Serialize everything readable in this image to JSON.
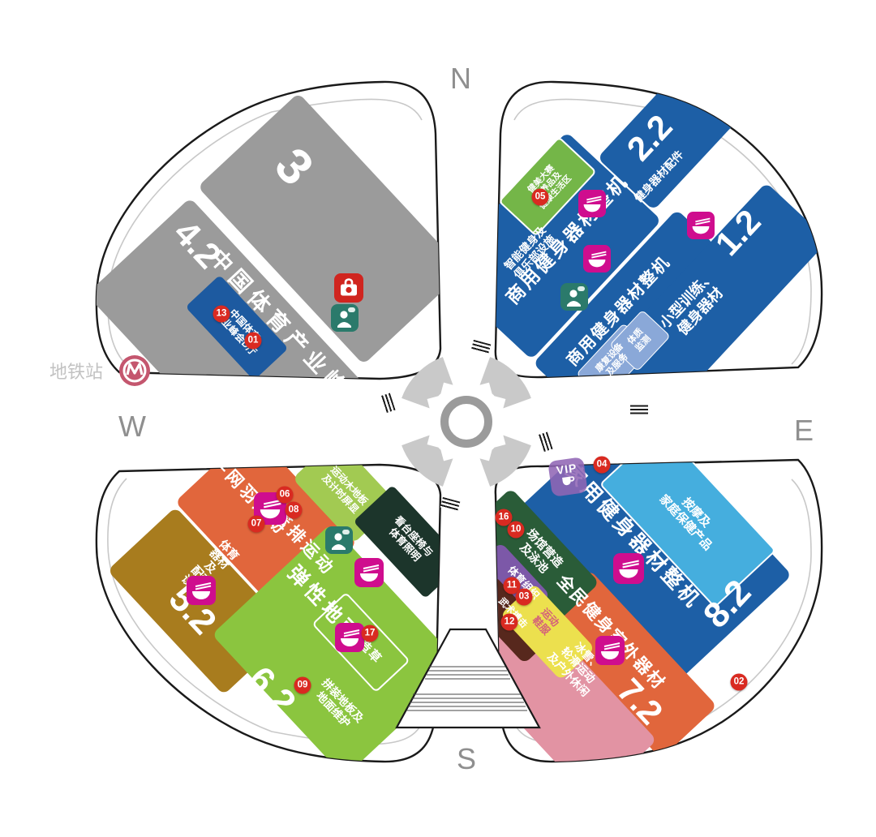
{
  "compass": {
    "n": "N",
    "e": "E",
    "s": "S",
    "w": "W"
  },
  "metro": {
    "label": "地铁站"
  },
  "nw": {
    "hall3_number": "3",
    "hall42_number": "4.2",
    "summit_text": "中国体育产业峰会",
    "summit_hall_d": "中国体育\n产业峰会D厅"
  },
  "ne": {
    "hall22_number": "2.2",
    "accessories": "健身器材配件",
    "nutrition_zone": "健美大赛\n营养品及\n健康生活区",
    "smart_fitness": "智能健身及\n俱乐部设施",
    "commercial_1": "商用健身器材整机",
    "hall12_number": "1.2",
    "commercial_2": "商用健身器材整机",
    "small_training": "小型训练、\n健身器材",
    "rehab": "康复设备\n及服务",
    "fitness_test": "体质\n监测"
  },
  "sw": {
    "hall52_number": "5.2",
    "equipment": "体育\n器材\n及\n配套\n设施",
    "racket_sports": "乒网羽运动",
    "ball_sports": "足篮排运动",
    "wood_floor": "运动木地板\n及计时屏显",
    "seats_lighting": "看台座椅与\n体育照明",
    "hall62_number": "6.2",
    "elastic_floor": "弹性地面",
    "modular_floor": "拼装地板及\n地面维护",
    "turf": "人造草"
  },
  "se": {
    "hall82_number": "8.2",
    "home_fitness": "家用健身器材整机",
    "massage": "按摩及\n家庭保健产品",
    "hall72_number": "7.2",
    "venue_pool": "场馆营造\n及泳池",
    "sports_org": "体育组织",
    "martial_arts": "武术搏击",
    "shoes_apparel": "运动\n鞋服",
    "outdoor_fitness": "全民健身室外器材",
    "ice_outdoor": "冰雪、\n轮滑运动\n及户外休闲"
  },
  "markers": {
    "m01": "01",
    "m02": "02",
    "m03": "03",
    "m04": "04",
    "m05": "05",
    "m06": "06",
    "m07": "07",
    "m08": "08",
    "m09": "09",
    "m10": "10",
    "m11": "11",
    "m12": "12",
    "m13": "13",
    "m16": "16",
    "m17": "17"
  },
  "icons": {
    "vip_label": "VIP"
  },
  "colors": {
    "hall_gray": "#9b9b9b",
    "hall_blue": "#1d5fa6",
    "light_blue": "#45aede",
    "pale_blue": "#8aa8d8",
    "summit_blue": "#1d5aa0",
    "nutrition_green": "#74b648",
    "brown": "#a87c1e",
    "orange": "#e1663c",
    "wood_green": "#a2ca52",
    "hall_green": "#8bc53f",
    "dark_green_box": "#1c352b",
    "venue_green": "#2a5c38",
    "purple": "#7c58a8",
    "dark_brown": "#57281d",
    "yellow": "#ece04e",
    "pink": "#e293a3",
    "marker_red": "#d92a21",
    "food_magenta": "#cf0d8e",
    "info_teal": "#2b7a6b",
    "firstaid_red": "#d0251f",
    "vip_purple": "#9166b5",
    "metro_pink": "#c4566e"
  }
}
